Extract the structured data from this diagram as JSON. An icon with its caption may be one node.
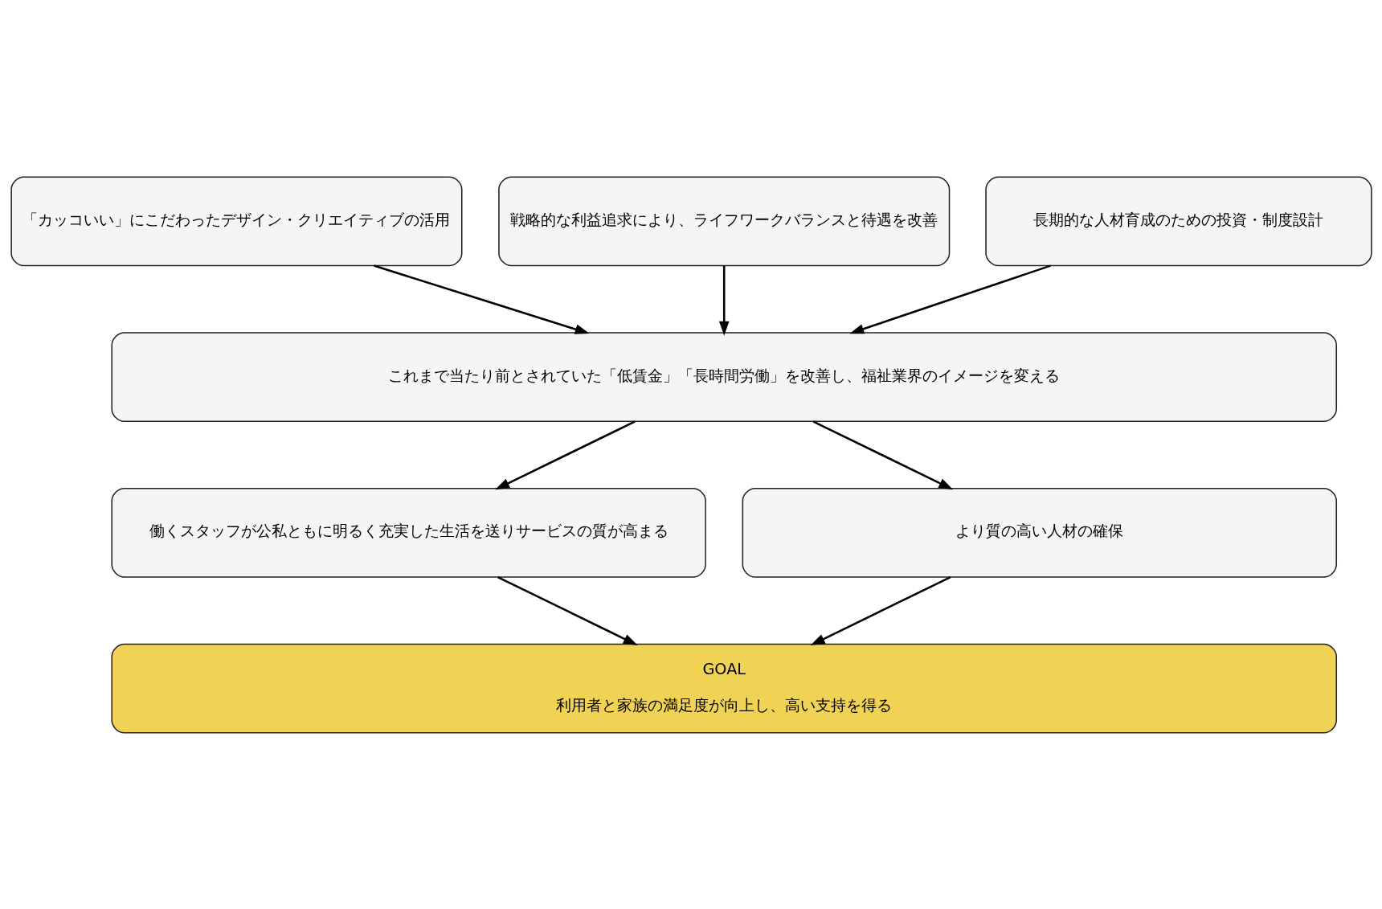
{
  "diagram": {
    "nodes": [
      {
        "text": [
          "「カッコいい」にこだわったデザイン・クリエイティブの活用"
        ]
      },
      {
        "text": [
          "戦略的な利益追求により、ライフワークバランスと待遇を改善"
        ]
      },
      {
        "text": [
          "長期的な人材育成のための投資・制度設計"
        ]
      },
      {
        "text": [
          "これまで当たり前とされていた「低賃金」「長時間労働」を改善し、福祉業界のイメージを変える"
        ]
      },
      {
        "text": [
          "働くスタッフが公私ともに明るく充実した生活を送りサービスの質が高まる"
        ]
      },
      {
        "text": [
          "より質の高い人材の確保"
        ]
      },
      {
        "text": [
          "GOAL",
          "利用者と家族の満足度が向上し、高い支持を得る"
        ]
      }
    ],
    "edges": [
      {
        "from": 0,
        "to": 3,
        "arrow": "to"
      },
      {
        "from": 1,
        "to": 3,
        "arrow": "to"
      },
      {
        "from": 2,
        "to": 3,
        "arrow": "to"
      },
      {
        "from": 3,
        "to": 4,
        "arrow": "to"
      },
      {
        "from": 3,
        "to": 5,
        "arrow": "to"
      },
      {
        "from": 4,
        "to": 6,
        "arrow": "to"
      },
      {
        "from": 5,
        "to": 6,
        "arrow": "to"
      }
    ]
  }
}
